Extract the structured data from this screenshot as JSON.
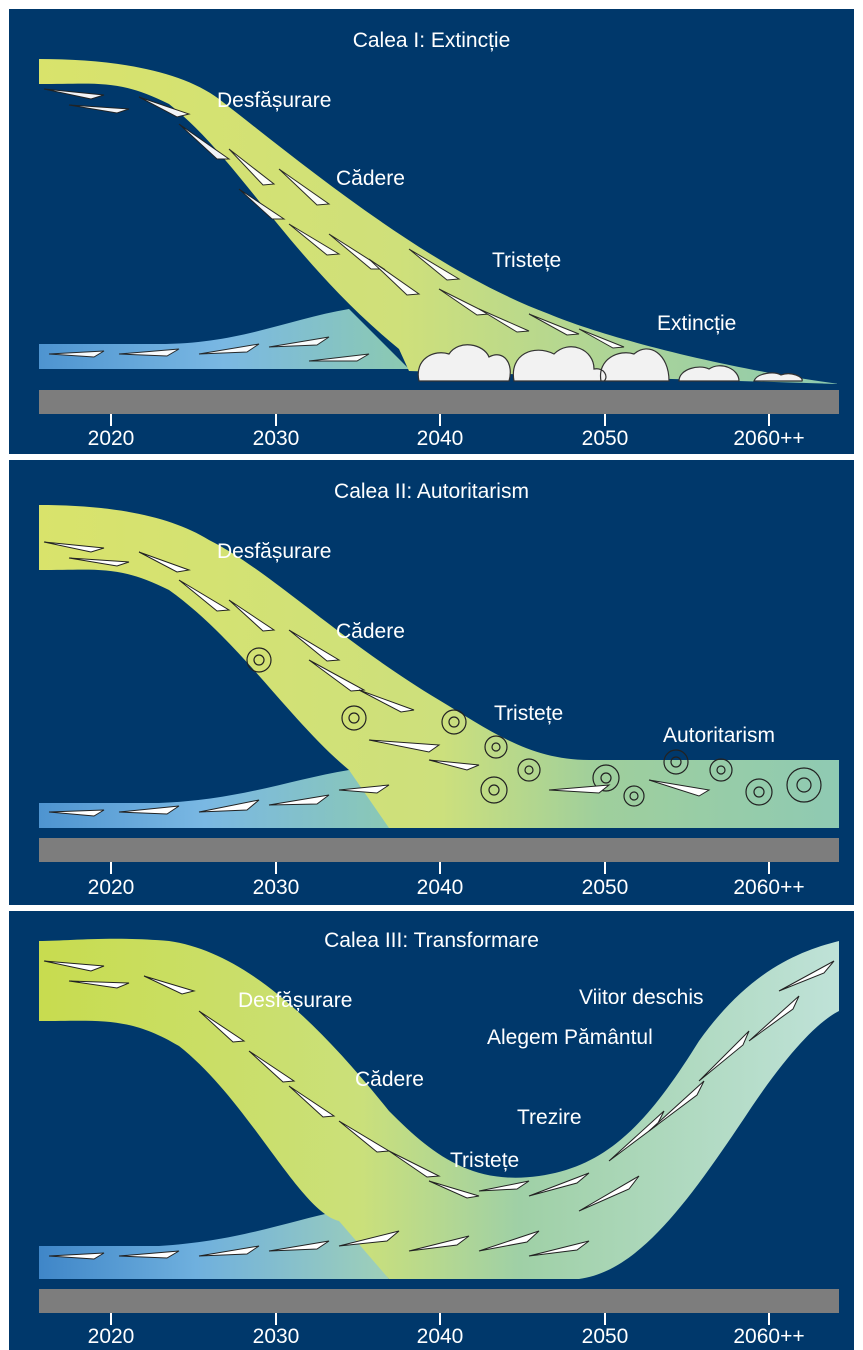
{
  "panels": [
    {
      "id": "extinction",
      "title": "Calea I: Extincție",
      "stages": [
        "Desfășurare",
        "Cădere",
        "Tristețe",
        "Extincție"
      ]
    },
    {
      "id": "authoritarianism",
      "title": "Calea II: Autoritarism",
      "stages": [
        "Desfășurare",
        "Cădere",
        "Tristețe",
        "Autoritarism"
      ]
    },
    {
      "id": "transformation",
      "title": "Calea III: Transformare",
      "stages": [
        "Desfășurare",
        "Cădere",
        "Tristețe",
        "Trezire",
        "Alegem Pământul",
        "Viitor deschis"
      ]
    }
  ],
  "timeline": [
    "2020",
    "2030",
    "2040",
    "2050",
    "2060++"
  ],
  "colors": {
    "background": "#00386b",
    "upper_flow": "#c8dc5a",
    "lower_flow": "#5aa0d7",
    "axis": "#7d7d7d"
  }
}
